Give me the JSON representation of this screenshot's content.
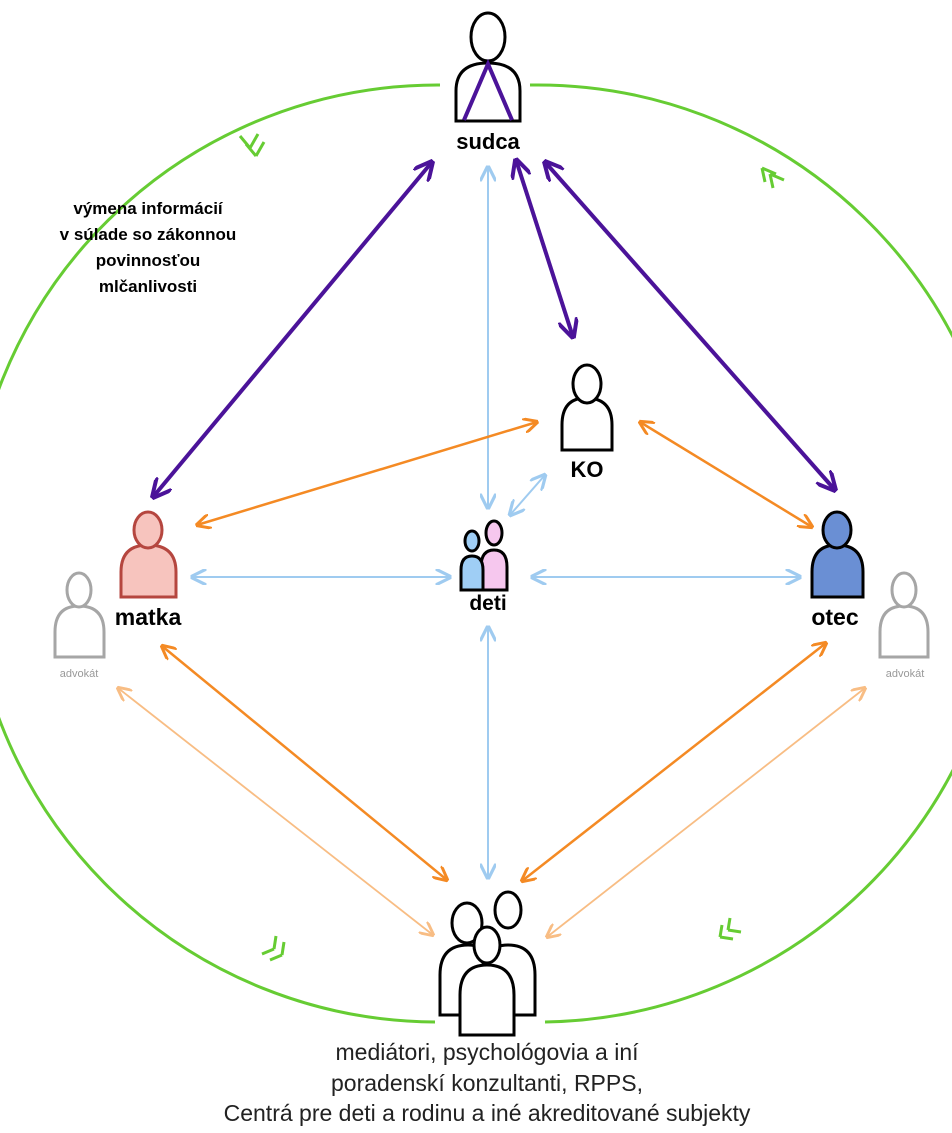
{
  "nodes": {
    "sudca": "sudca",
    "ko": "KO",
    "deti": "deti",
    "matka": "matka",
    "otec": "otec",
    "advokat_left": "advokát",
    "advokat_right": "advokát"
  },
  "note_lines": [
    "výmena informácií",
    "v súlade so zákonnou",
    "povinnosťou",
    "mlčanlivosti"
  ],
  "caption_lines": [
    "mediátori, psychológovia a iní",
    "poradenskí konzultanti, RPPS,",
    "Centrá pre deti a rodinu a iné akreditované subjekty"
  ],
  "colors": {
    "circle": "#66cc33",
    "purple": "#4b1399",
    "orange": "#f48a24",
    "light_orange": "#f8bd84",
    "light_blue": "#9fcbf0",
    "matka_fill": "#f7c4be",
    "matka_stroke": "#b5463f",
    "otec_fill": "#6a8fd4",
    "child_blue": "#9fcef5",
    "child_pink": "#f6c7ee",
    "grey": "#a6a6a6"
  },
  "icons": {
    "judge": "judge-person-icon",
    "ko": "person-icon",
    "children": "children-icon",
    "mother": "mother-person-icon",
    "father": "father-person-icon",
    "lawyer": "lawyer-person-icon",
    "group": "group-of-people-icon"
  }
}
